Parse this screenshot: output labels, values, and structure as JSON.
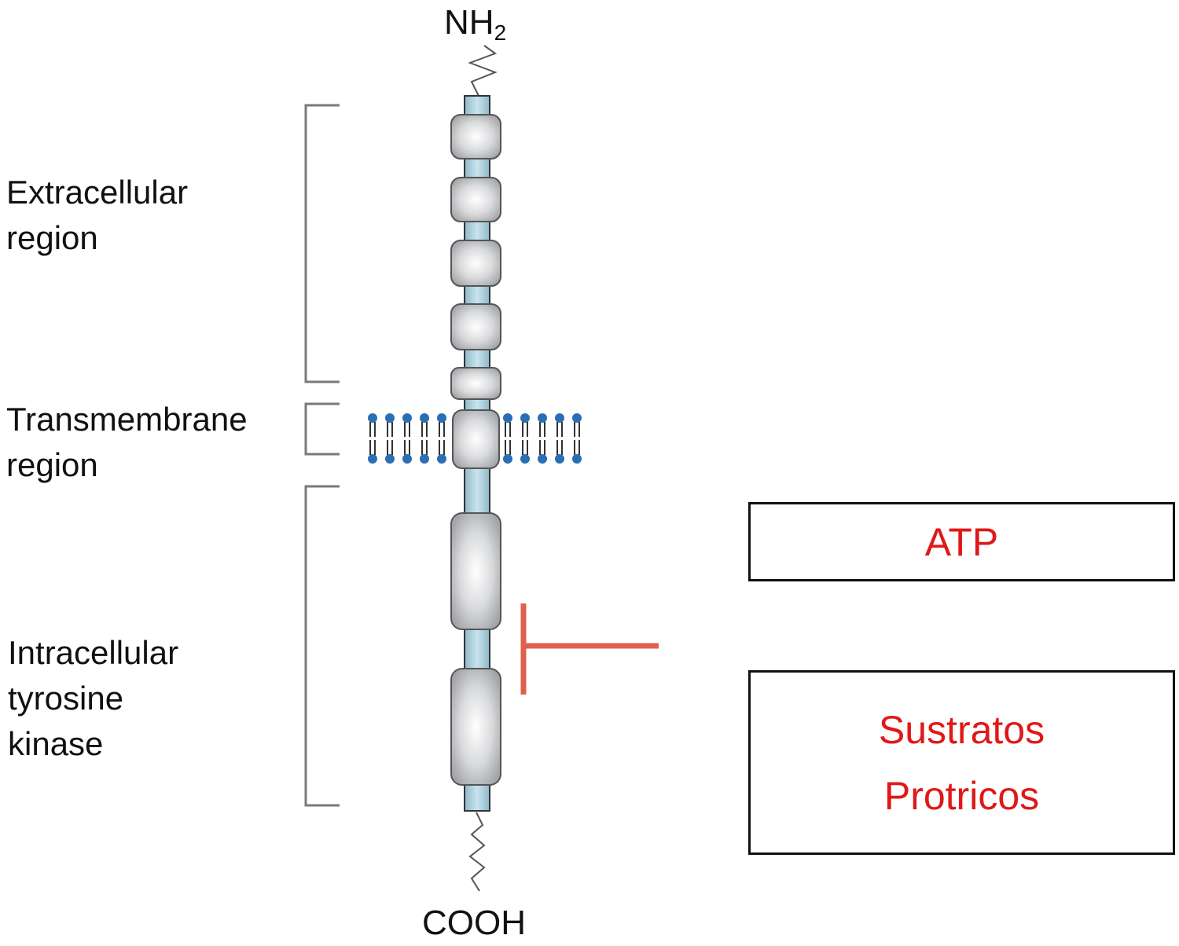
{
  "terminals": {
    "n_terminus": "NH",
    "n_terminus_sub": "2",
    "c_terminus": "COOH"
  },
  "regions": {
    "extracellular": [
      "Extracellular",
      "region"
    ],
    "transmembrane": [
      "Transmembrane",
      "region"
    ],
    "intracellular": [
      "Intracellular",
      "tyrosine",
      "kinase"
    ]
  },
  "boxes": {
    "atp": "ATP",
    "substrates": [
      "Sustratos",
      "Protricos"
    ]
  },
  "colors": {
    "inhibitor": "#e0604e",
    "box_text": "#e01818",
    "stalk": "#a9cfdc",
    "domain": "#c4c6c9",
    "lipid_head": "#2a6fb5"
  }
}
